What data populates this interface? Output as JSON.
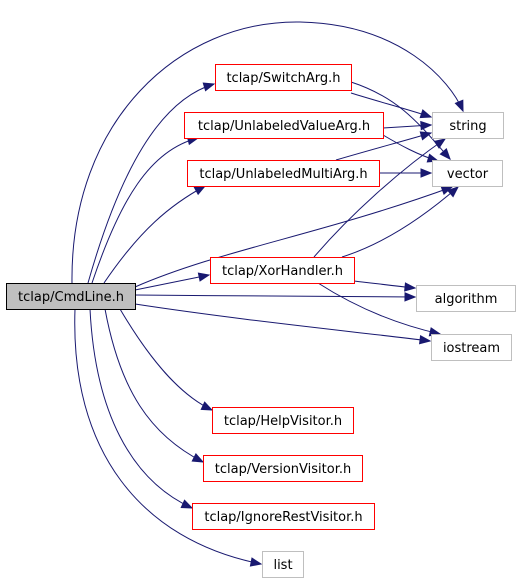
{
  "graph": {
    "nodes": [
      {
        "id": "cmdline",
        "label": "tclap/CmdLine.h",
        "kind": "root"
      },
      {
        "id": "switcharg",
        "label": "tclap/SwitchArg.h",
        "kind": "project"
      },
      {
        "id": "unlabeledvaluearg",
        "label": "tclap/UnlabeledValueArg.h",
        "kind": "project"
      },
      {
        "id": "unlabeledmultiarg",
        "label": "tclap/UnlabeledMultiArg.h",
        "kind": "project"
      },
      {
        "id": "xorhandler",
        "label": "tclap/XorHandler.h",
        "kind": "project"
      },
      {
        "id": "helpvisitor",
        "label": "tclap/HelpVisitor.h",
        "kind": "project"
      },
      {
        "id": "versionvisitor",
        "label": "tclap/VersionVisitor.h",
        "kind": "project"
      },
      {
        "id": "ignorerestvisitor",
        "label": "tclap/IgnoreRestVisitor.h",
        "kind": "project"
      },
      {
        "id": "string",
        "label": "string",
        "kind": "system"
      },
      {
        "id": "vector",
        "label": "vector",
        "kind": "system"
      },
      {
        "id": "algorithm",
        "label": "algorithm",
        "kind": "system"
      },
      {
        "id": "iostream",
        "label": "iostream",
        "kind": "system"
      },
      {
        "id": "list",
        "label": "list",
        "kind": "system"
      }
    ],
    "edges": [
      {
        "from": "cmdline",
        "to": "switcharg"
      },
      {
        "from": "cmdline",
        "to": "string"
      },
      {
        "from": "cmdline",
        "to": "unlabeledvaluearg"
      },
      {
        "from": "cmdline",
        "to": "unlabeledmultiarg"
      },
      {
        "from": "cmdline",
        "to": "vector"
      },
      {
        "from": "cmdline",
        "to": "xorhandler"
      },
      {
        "from": "cmdline",
        "to": "algorithm"
      },
      {
        "from": "cmdline",
        "to": "iostream"
      },
      {
        "from": "cmdline",
        "to": "helpvisitor"
      },
      {
        "from": "cmdline",
        "to": "versionvisitor"
      },
      {
        "from": "cmdline",
        "to": "ignorerestvisitor"
      },
      {
        "from": "cmdline",
        "to": "list"
      },
      {
        "from": "switcharg",
        "to": "string"
      },
      {
        "from": "switcharg",
        "to": "vector"
      },
      {
        "from": "unlabeledvaluearg",
        "to": "string"
      },
      {
        "from": "unlabeledvaluearg",
        "to": "vector"
      },
      {
        "from": "unlabeledmultiarg",
        "to": "string"
      },
      {
        "from": "unlabeledmultiarg",
        "to": "vector"
      },
      {
        "from": "xorhandler",
        "to": "string"
      },
      {
        "from": "xorhandler",
        "to": "vector"
      },
      {
        "from": "xorhandler",
        "to": "algorithm"
      },
      {
        "from": "xorhandler",
        "to": "iostream"
      }
    ]
  },
  "colors": {
    "root_fill": "#bfbfbf",
    "root_border": "#000000",
    "project_border": "#ff0000",
    "system_border": "#bfbfbf",
    "edge": "#191970"
  }
}
